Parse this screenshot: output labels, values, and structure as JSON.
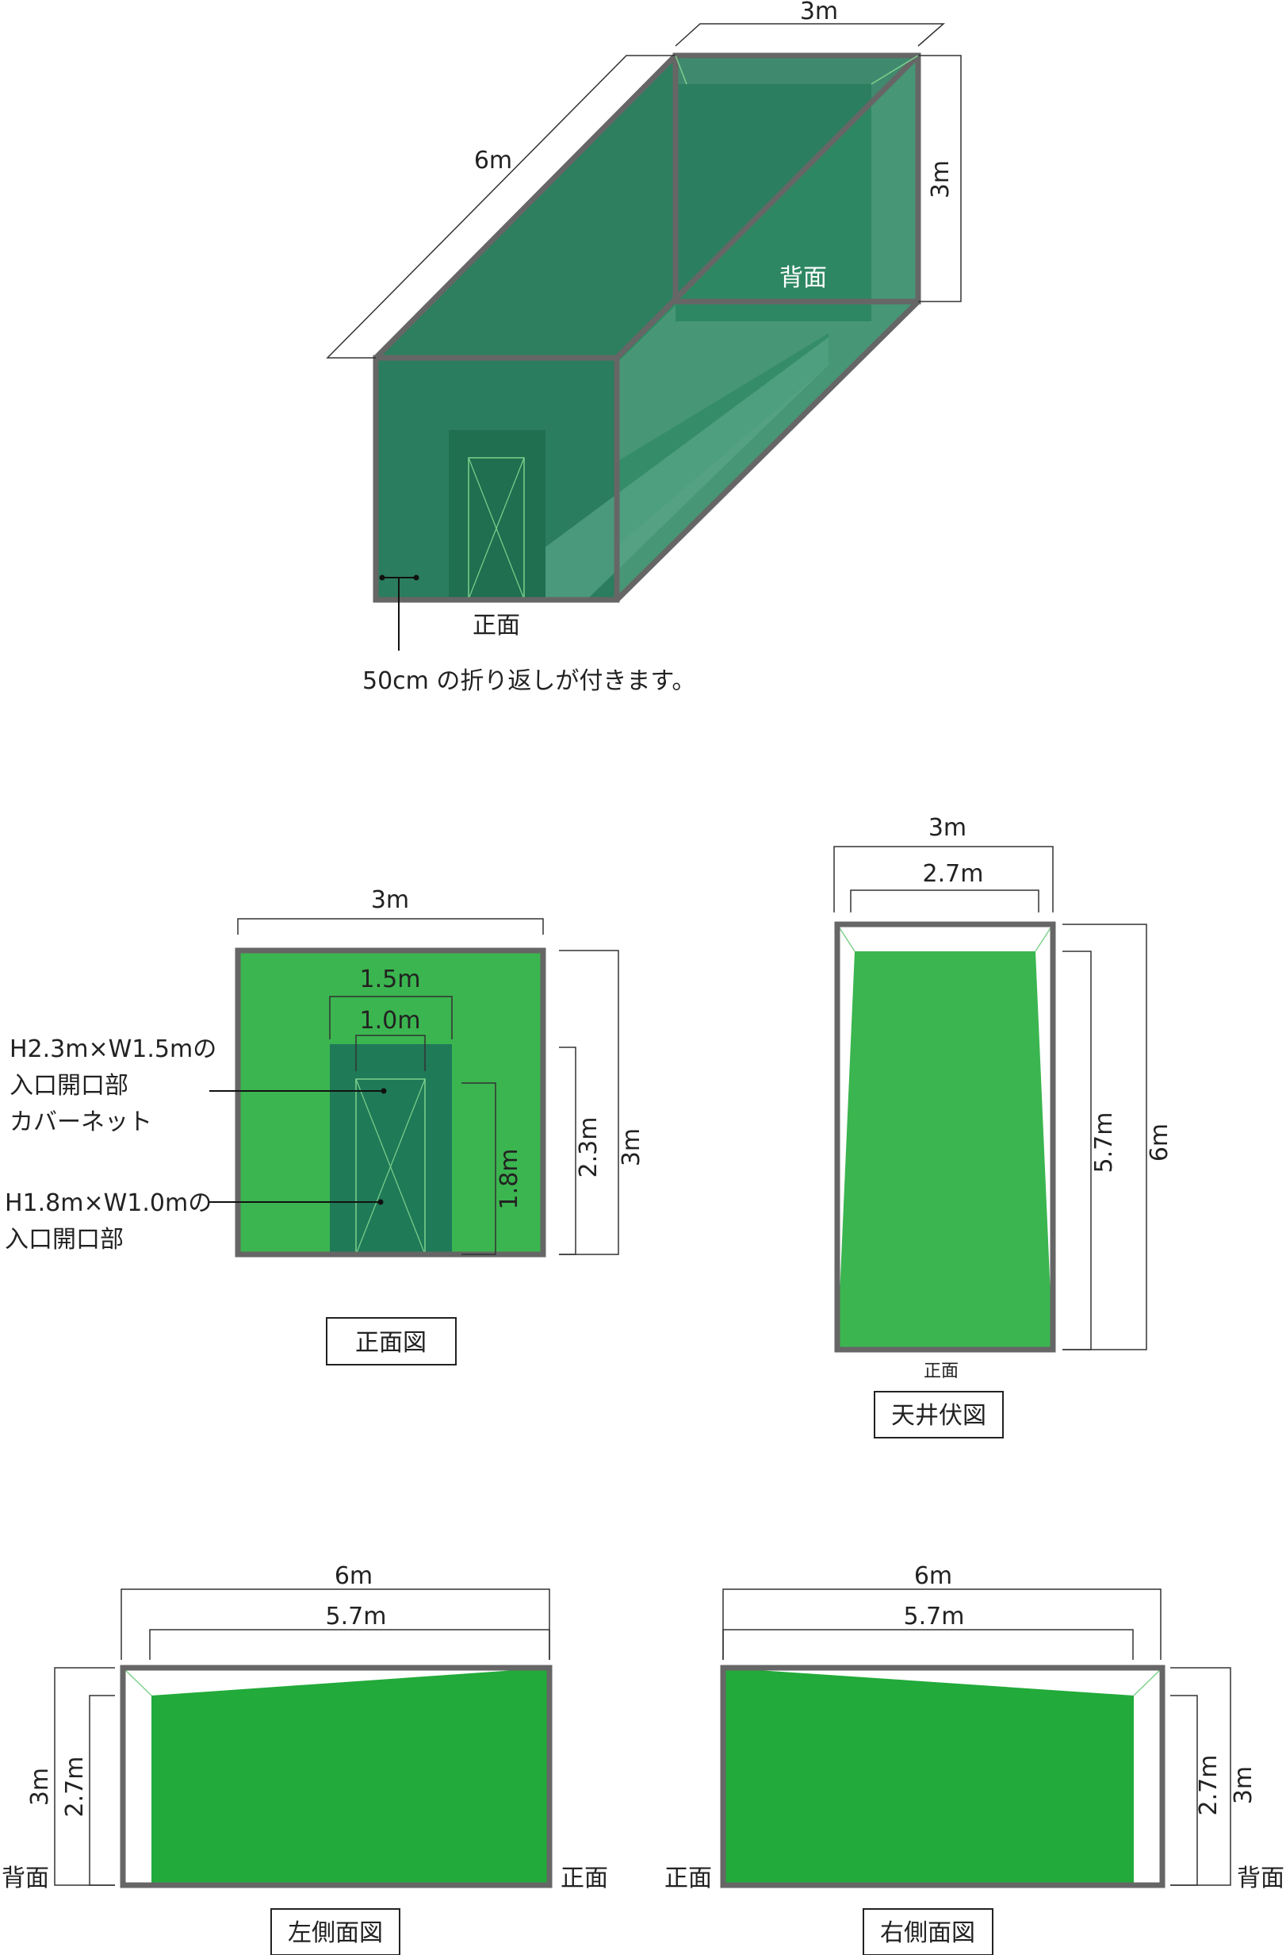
{
  "colors": {
    "net_dark": "#2a7d5e",
    "net_bright": "#3bb54f",
    "net_side": "#22aa3a",
    "door_cover": "#1f7a58",
    "frame": "#666666",
    "thin_line": "#7fd18c"
  },
  "iso": {
    "dim_width": "3m",
    "dim_depth": "6m",
    "dim_height": "3m",
    "back_label": "背面",
    "front_label": "正面",
    "note": "50cm の折り返しが付きます。"
  },
  "front_view": {
    "dim_width": "3m",
    "dim_cover_width": "1.5m",
    "dim_door_width": "1.0m",
    "dim_door_height": "1.8m",
    "dim_cover_height": "2.3m",
    "dim_height": "3m",
    "cover_label_line1": "H2.3m×W1.5mの",
    "cover_label_line2": "入口開口部",
    "cover_label_line3": "カバーネット",
    "door_label_line1": "H1.8m×W1.0mの",
    "door_label_line2": "入口開口部",
    "caption": "正面図"
  },
  "ceiling_view": {
    "dim_width": "3m",
    "dim_inner_width": "2.7m",
    "dim_inner_length": "5.7m",
    "dim_length": "6m",
    "front_label": "正面",
    "caption": "天井伏図"
  },
  "left_view": {
    "dim_length": "6m",
    "dim_inner_length": "5.7m",
    "dim_height": "3m",
    "dim_inner_height": "2.7m",
    "back_label": "背面",
    "front_label": "正面",
    "caption": "左側面図"
  },
  "right_view": {
    "dim_length": "6m",
    "dim_inner_length": "5.7m",
    "dim_inner_height": "2.7m",
    "dim_height": "3m",
    "front_label": "正面",
    "back_label": "背面",
    "caption": "右側面図"
  }
}
